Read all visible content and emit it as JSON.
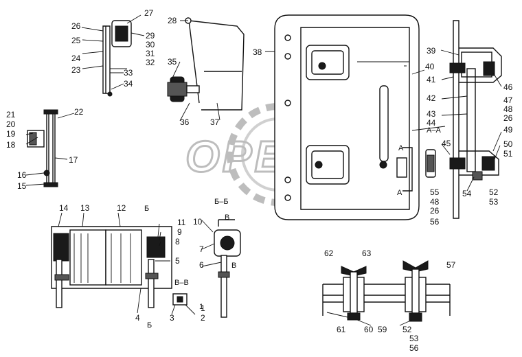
{
  "watermark": "OPEX",
  "colors": {
    "ink": "#111111",
    "paper": "#ffffff",
    "watermark": "#bdbdbd"
  },
  "callouts": [
    {
      "id": "c1",
      "text": "1"
    },
    {
      "id": "c2",
      "text": "2"
    },
    {
      "id": "c3",
      "text": "3"
    },
    {
      "id": "c4",
      "text": "4"
    },
    {
      "id": "c5",
      "text": "5"
    },
    {
      "id": "c6",
      "text": "6"
    },
    {
      "id": "c7",
      "text": "7"
    },
    {
      "id": "c8",
      "text": "8"
    },
    {
      "id": "c9",
      "text": "9"
    },
    {
      "id": "c10",
      "text": "10"
    },
    {
      "id": "c11",
      "text": "11"
    },
    {
      "id": "c12",
      "text": "12"
    },
    {
      "id": "c13",
      "text": "13"
    },
    {
      "id": "c14",
      "text": "14"
    },
    {
      "id": "c15",
      "text": "15"
    },
    {
      "id": "c16",
      "text": "16"
    },
    {
      "id": "c17",
      "text": "17"
    },
    {
      "id": "c18",
      "text": "18"
    },
    {
      "id": "c19",
      "text": "19"
    },
    {
      "id": "c20",
      "text": "20"
    },
    {
      "id": "c21",
      "text": "21"
    },
    {
      "id": "c22",
      "text": "22"
    },
    {
      "id": "c23",
      "text": "23"
    },
    {
      "id": "c24",
      "text": "24"
    },
    {
      "id": "c25",
      "text": "25"
    },
    {
      "id": "c26",
      "text": "26"
    },
    {
      "id": "c27",
      "text": "27"
    },
    {
      "id": "c28",
      "text": "28"
    },
    {
      "id": "c29",
      "text": "29"
    },
    {
      "id": "c30",
      "text": "30"
    },
    {
      "id": "c31",
      "text": "31"
    },
    {
      "id": "c32",
      "text": "32"
    },
    {
      "id": "c33",
      "text": "33"
    },
    {
      "id": "c34",
      "text": "34"
    },
    {
      "id": "c35",
      "text": "35"
    },
    {
      "id": "c36",
      "text": "36"
    },
    {
      "id": "c37",
      "text": "37"
    },
    {
      "id": "c38",
      "text": "38"
    },
    {
      "id": "c39",
      "text": "39"
    },
    {
      "id": "c40",
      "text": "40"
    },
    {
      "id": "c41",
      "text": "41"
    },
    {
      "id": "c42",
      "text": "42"
    },
    {
      "id": "c43",
      "text": "43"
    },
    {
      "id": "c44",
      "text": "44"
    },
    {
      "id": "c45",
      "text": "45"
    },
    {
      "id": "c46",
      "text": "46"
    },
    {
      "id": "c47",
      "text": "47"
    },
    {
      "id": "c48",
      "text": "48"
    },
    {
      "id": "c26b",
      "text": "26"
    },
    {
      "id": "c49",
      "text": "49"
    },
    {
      "id": "c50",
      "text": "50"
    },
    {
      "id": "c51",
      "text": "51"
    },
    {
      "id": "c52",
      "text": "52"
    },
    {
      "id": "c53",
      "text": "53"
    },
    {
      "id": "c54",
      "text": "54"
    },
    {
      "id": "c55",
      "text": "55"
    },
    {
      "id": "c48b",
      "text": "48"
    },
    {
      "id": "c26c",
      "text": "26"
    },
    {
      "id": "c56",
      "text": "56"
    },
    {
      "id": "c57",
      "text": "57"
    },
    {
      "id": "c52b",
      "text": "52"
    },
    {
      "id": "c53b",
      "text": "53"
    },
    {
      "id": "c56b",
      "text": "56"
    },
    {
      "id": "c59",
      "text": "59"
    },
    {
      "id": "c60",
      "text": "60"
    },
    {
      "id": "c61",
      "text": "61"
    },
    {
      "id": "c62",
      "text": "62"
    },
    {
      "id": "c63",
      "text": "63"
    }
  ],
  "sections": [
    {
      "id": "aa",
      "text": "A–A"
    },
    {
      "id": "a_top",
      "text": "A"
    },
    {
      "id": "a_bottom",
      "text": "A"
    },
    {
      "id": "bb",
      "text": "Б–Б"
    },
    {
      "id": "b_top",
      "text": "Б"
    },
    {
      "id": "b_bottom",
      "text": "Б"
    },
    {
      "id": "vv",
      "text": "В–В"
    },
    {
      "id": "v_top",
      "text": "В"
    },
    {
      "id": "v_bottom",
      "text": "В"
    },
    {
      "id": "one",
      "text": "1"
    }
  ]
}
